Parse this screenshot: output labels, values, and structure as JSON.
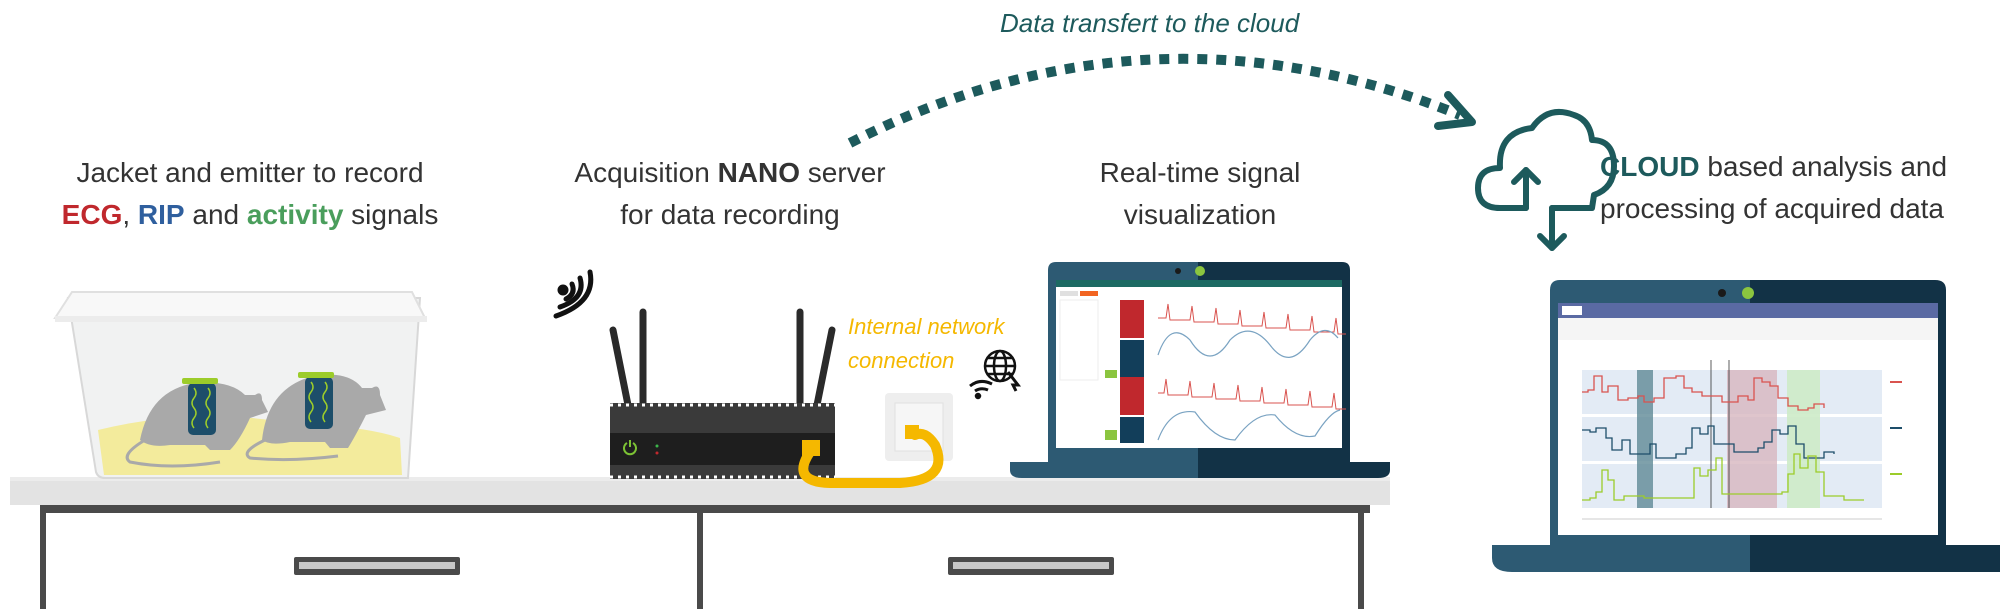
{
  "transfer": {
    "label": "Data transfert to the cloud"
  },
  "stages": {
    "jacket": {
      "line1": "Jacket and emitter to record",
      "ecg": "ECG",
      "sep1": ", ",
      "rip": "RIP",
      "sep2": " and ",
      "activity": "activity",
      "tail": " signals"
    },
    "server": {
      "pre": "Acquisition ",
      "bold": "NANO",
      "post": " server",
      "line2": "for data recording"
    },
    "realtime": {
      "line1": "Real-time signal",
      "line2": "visualization"
    },
    "cloud": {
      "bold": "CLOUD",
      "post": " based analysis and",
      "line2": "processing of acquired data"
    }
  },
  "network": {
    "line1": "Internal network",
    "line2": "connection"
  },
  "colors": {
    "teal": "#1d5a5c",
    "ecg_red": "#c0282d",
    "rip_blue": "#2f5f9e",
    "activity_green": "#4a9e5c",
    "cable_yellow": "#f5b800",
    "laptop_light": "#2d5a73",
    "laptop_dark": "#123246",
    "router": "#2a2a2a"
  },
  "icons": {
    "wifi": "wifi-signal-icon",
    "globe": "globe-network-icon",
    "cloud": "cloud-upload-download-icon",
    "power": "power-icon"
  }
}
